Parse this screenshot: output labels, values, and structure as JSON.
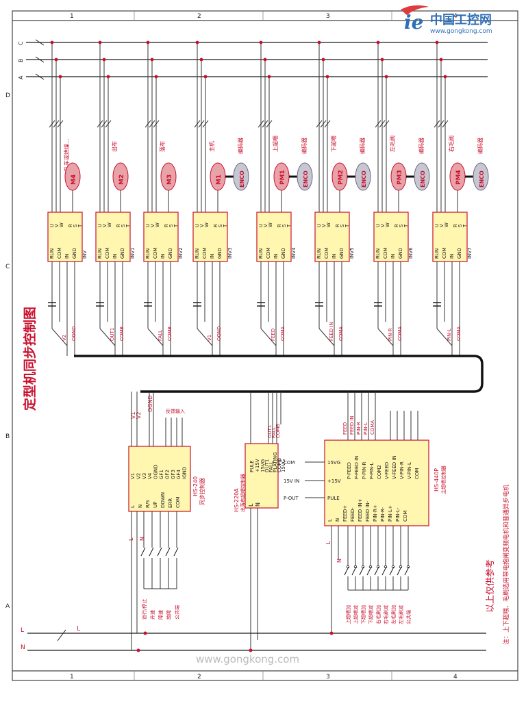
{
  "logo": {
    "brand": "中国工控网",
    "url": "www.gongkong.com"
  },
  "watermark": "www.gongkong.com",
  "title": "定型机同步控制图",
  "grid": {
    "cols_top": [
      "1",
      "2",
      "3",
      "4"
    ],
    "cols_bottom": [
      "1",
      "2",
      "3",
      "4"
    ],
    "rows": [
      "D",
      "C",
      "B",
      "A"
    ]
  },
  "phases": [
    "C",
    "B",
    "A"
  ],
  "motors": [
    {
      "motor": "M4",
      "label": "轧车或烘燥...",
      "inv": "INV",
      "sig": [
        "V2",
        "OGND"
      ]
    },
    {
      "motor": "M2",
      "label": "出布",
      "inv": "INV1",
      "sig": [
        "OUT1",
        "COMB"
      ]
    },
    {
      "motor": "M3",
      "label": "落布",
      "inv": "INV2",
      "sig": [
        "FALL",
        "COMB"
      ]
    },
    {
      "motor": "M1",
      "enco": "ENCO",
      "label": "主机",
      "enco_label": "编码器",
      "inv": "INV3",
      "sig": [
        "V1",
        "OGND"
      ]
    },
    {
      "motor": "PM1",
      "enco": "ENCO",
      "label": "上超喂",
      "enco_label": "编码器",
      "inv": "INV4",
      "sig": [
        "FEED",
        "COMA"
      ]
    },
    {
      "motor": "PM2",
      "enco": "ENCO",
      "label": "下超喂",
      "enco_label": "编码器",
      "inv": "INV5",
      "sig": [
        "FEED IN",
        "COMA"
      ]
    },
    {
      "motor": "PM3",
      "enco": "ENCO",
      "label": "左毛刷",
      "enco_label": "编码器",
      "inv": "INV6",
      "sig": [
        "PIN-R",
        "COMA"
      ]
    },
    {
      "motor": "PM4",
      "enco": "ENCO",
      "label": "右毛刷",
      "enco_label": "编码器",
      "inv": "INV7",
      "sig": [
        "PIN-L",
        "COMA"
      ]
    }
  ],
  "inv_terms_top": [
    "U",
    "V",
    "W",
    "R",
    "S",
    "T"
  ],
  "inv_terms_bot": [
    "RUN",
    "COM",
    "IN",
    "GND"
  ],
  "hs240": {
    "name": "HS-240",
    "desc": "同步控制器",
    "left_pins": [
      "L",
      "N",
      "R/S",
      "UP",
      "DOWN",
      "ERR",
      "COM"
    ],
    "right_pins": [
      "V1",
      "V2",
      "V3",
      "V4",
      "OGND",
      "GF1",
      "GF2",
      "GF3",
      "GF4",
      "IGND"
    ],
    "top_wires": [
      "V1",
      "V2",
      "OGND"
    ],
    "feedback": "反馈输入",
    "switches": [
      "运行/停止",
      "升速",
      "降速",
      "故障",
      "公共端"
    ]
  },
  "hs220": {
    "name": "HS-220A",
    "desc": "出落布超喂控制器",
    "pins": [
      "PULE",
      "+15V",
      "15VG",
      "OUT1",
      "FALL",
      "PLATING",
      "COMB",
      "15VG"
    ],
    "bottom": [
      "L",
      "N"
    ],
    "terms": [
      "COM",
      "15V IN",
      "P-OUT"
    ]
  },
  "hs440": {
    "name": "HS-440P",
    "desc": "主超喂控制器",
    "left_in": [
      "15VG",
      "+15V",
      "PULE"
    ],
    "pins_a": [
      "P-FEED",
      "P-FEED IN",
      "P-PIN-R",
      "P-PIN-L",
      "COM2",
      "V-FEED",
      "V-FEED IN",
      "V-PIN-R",
      "V-PIN-L",
      "COM"
    ],
    "pins_b": [
      "L",
      "N",
      "FEED+",
      "FEED-",
      "FEED IN+",
      "FEED IN-",
      "PIN-R+",
      "PIN-R-",
      "PIN-L+",
      "PIN-L-",
      "COM"
    ],
    "top_wires": [
      "FEED",
      "FEED IN",
      "PIN-R",
      "PIN-L",
      "COMA"
    ],
    "switches": [
      "上超喂加",
      "上超喂减",
      "下超喂加",
      "下超喂减",
      "右毛刷加",
      "右毛刷减",
      "左毛刷加",
      "左毛刷减",
      "公共端"
    ]
  },
  "power": [
    "L",
    "N"
  ],
  "note_title": "以上仅供参考",
  "note_text": "注：上下超喂、毛刷选用带电抱闸变频电机和普通异步电机"
}
